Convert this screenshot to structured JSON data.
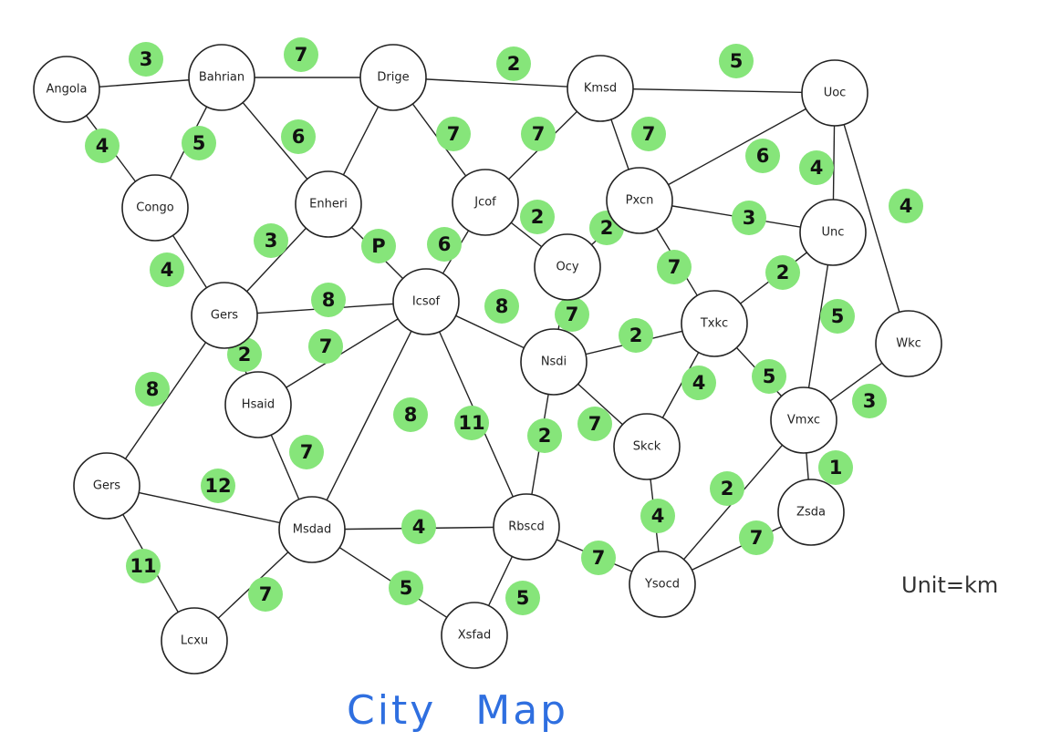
{
  "title": "City Map",
  "unit": "Unit=km",
  "colors": {
    "weight_marker": "#86e57a",
    "title": "#2f6fe0"
  },
  "nodes": [
    {
      "id": "n01",
      "label": "Angola"
    },
    {
      "id": "n02",
      "label": "Bahrian"
    },
    {
      "id": "n03",
      "label": "Drige"
    },
    {
      "id": "n04",
      "label": "Kmsd"
    },
    {
      "id": "n05",
      "label": "Uoc"
    },
    {
      "id": "n06",
      "label": "Congo"
    },
    {
      "id": "n07",
      "label": "Enheri"
    },
    {
      "id": "n08",
      "label": "Jcof"
    },
    {
      "id": "n09",
      "label": "Pxcn"
    },
    {
      "id": "n10",
      "label": "Unc"
    },
    {
      "id": "n11",
      "label": "Ocy"
    },
    {
      "id": "n12",
      "label": "Gers"
    },
    {
      "id": "n13",
      "label": "Icsof"
    },
    {
      "id": "n14",
      "label": "Txkc"
    },
    {
      "id": "n15",
      "label": "Nsdi"
    },
    {
      "id": "n16",
      "label": "Wkc"
    },
    {
      "id": "n17",
      "label": "Hsaid"
    },
    {
      "id": "n18",
      "label": "Vmxc"
    },
    {
      "id": "n19",
      "label": "Skck"
    },
    {
      "id": "n20",
      "label": "Gers"
    },
    {
      "id": "n21",
      "label": "Msdad"
    },
    {
      "id": "n22",
      "label": "Rbscd"
    },
    {
      "id": "n23",
      "label": "Zsda"
    },
    {
      "id": "n24",
      "label": "Ysocd"
    },
    {
      "id": "n25",
      "label": "Lcxu"
    },
    {
      "id": "n26",
      "label": "Xsfad"
    }
  ],
  "edges": [
    {
      "from": "n01",
      "to": "n02",
      "weight": "3"
    },
    {
      "from": "n02",
      "to": "n03",
      "weight": "7"
    },
    {
      "from": "n03",
      "to": "n04",
      "weight": "2"
    },
    {
      "from": "n04",
      "to": "n05",
      "weight": "5"
    },
    {
      "from": "n01",
      "to": "n06",
      "weight": "4"
    },
    {
      "from": "n02",
      "to": "n06",
      "weight": "5"
    },
    {
      "from": "n02",
      "to": "n07",
      "weight": "6"
    },
    {
      "from": "n03",
      "to": "n07",
      "weight": ""
    },
    {
      "from": "n03",
      "to": "n08",
      "weight": "7"
    },
    {
      "from": "n04",
      "to": "n08",
      "weight": "7"
    },
    {
      "from": "n04",
      "to": "n09",
      "weight": "7"
    },
    {
      "from": "n05",
      "to": "n09",
      "weight": "6"
    },
    {
      "from": "n05",
      "to": "n10",
      "weight": "4"
    },
    {
      "from": "n05",
      "to": "n16",
      "weight": "4"
    },
    {
      "from": "n06",
      "to": "n12",
      "weight": "4"
    },
    {
      "from": "n07",
      "to": "n12",
      "weight": "3"
    },
    {
      "from": "n07",
      "to": "n13",
      "weight": "P"
    },
    {
      "from": "n08",
      "to": "n13",
      "weight": "6"
    },
    {
      "from": "n08",
      "to": "n11",
      "weight": "2"
    },
    {
      "from": "n09",
      "to": "n11",
      "weight": "2"
    },
    {
      "from": "n09",
      "to": "n10",
      "weight": "3"
    },
    {
      "from": "n09",
      "to": "n14",
      "weight": "7"
    },
    {
      "from": "n10",
      "to": "n14",
      "weight": "2"
    },
    {
      "from": "n10",
      "to": "n18",
      "weight": "5"
    },
    {
      "from": "n11",
      "to": "n15",
      "weight": "7"
    },
    {
      "from": "n12",
      "to": "n13",
      "weight": "8"
    },
    {
      "from": "n12",
      "to": "n17",
      "weight": "2"
    },
    {
      "from": "n12",
      "to": "n20",
      "weight": "8"
    },
    {
      "from": "n13",
      "to": "n17",
      "weight": "7"
    },
    {
      "from": "n13",
      "to": "n15",
      "weight": "8"
    },
    {
      "from": "n13",
      "to": "n21",
      "weight": "8"
    },
    {
      "from": "n13",
      "to": "n22",
      "weight": "11"
    },
    {
      "from": "n14",
      "to": "n15",
      "weight": "2"
    },
    {
      "from": "n14",
      "to": "n19",
      "weight": "4"
    },
    {
      "from": "n14",
      "to": "n18",
      "weight": "5"
    },
    {
      "from": "n15",
      "to": "n19",
      "weight": "7"
    },
    {
      "from": "n15",
      "to": "n22",
      "weight": "2"
    },
    {
      "from": "n16",
      "to": "n18",
      "weight": "3"
    },
    {
      "from": "n17",
      "to": "n21",
      "weight": "7"
    },
    {
      "from": "n18",
      "to": "n23",
      "weight": "1"
    },
    {
      "from": "n18",
      "to": "n24",
      "weight": "2"
    },
    {
      "from": "n19",
      "to": "n24",
      "weight": "4"
    },
    {
      "from": "n20",
      "to": "n21",
      "weight": "12"
    },
    {
      "from": "n20",
      "to": "n25",
      "weight": "11"
    },
    {
      "from": "n21",
      "to": "n22",
      "weight": "4"
    },
    {
      "from": "n21",
      "to": "n25",
      "weight": "7"
    },
    {
      "from": "n21",
      "to": "n26",
      "weight": "5"
    },
    {
      "from": "n22",
      "to": "n26",
      "weight": "5"
    },
    {
      "from": "n22",
      "to": "n24",
      "weight": "7"
    },
    {
      "from": "n23",
      "to": "n24",
      "weight": "7"
    }
  ]
}
